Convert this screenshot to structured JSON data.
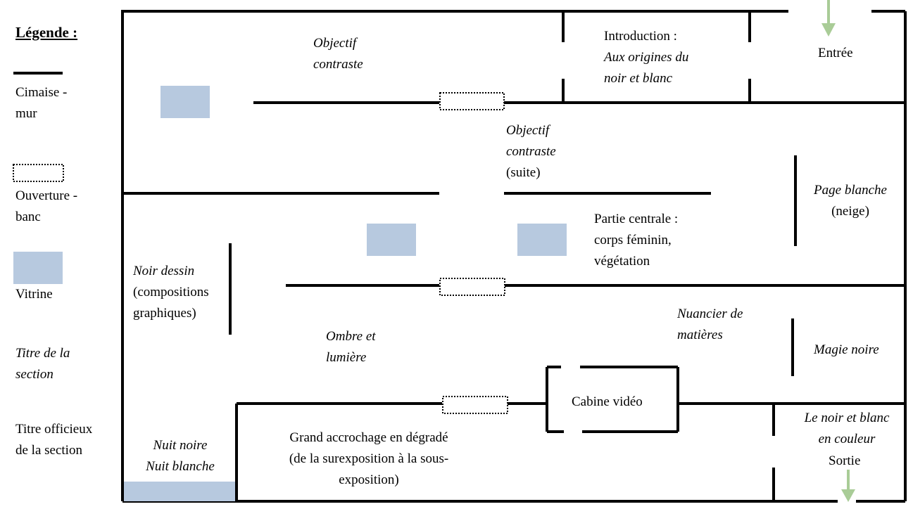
{
  "colors": {
    "wall": "#000000",
    "vitrine": "#b7c9df",
    "arrow": "#a9cc97",
    "bench_border": "#000000",
    "background": "#ffffff"
  },
  "legend": {
    "title": "Légende :",
    "items": [
      {
        "symbol": "wall-line",
        "lines": [
          "Cimaise -",
          "mur"
        ]
      },
      {
        "symbol": "dotted-box",
        "lines": [
          "Ouverture -",
          "banc"
        ]
      },
      {
        "symbol": "vitrine-box",
        "lines": [
          "Vitrine"
        ]
      },
      {
        "symbol": "italic-text",
        "lines": [
          "Titre de la",
          "section"
        ]
      },
      {
        "symbol": "plain-text",
        "lines": [
          "Titre officieux",
          "de la section"
        ]
      }
    ]
  },
  "rooms": {
    "objectif_contraste": [
      "Objectif",
      "contraste"
    ],
    "introduction": {
      "plain": "Introduction :",
      "italic": [
        "Aux origines du",
        "noir et blanc"
      ]
    },
    "entree": "Entrée",
    "objectif_suite": {
      "italic": [
        "Objectif",
        "contraste"
      ],
      "plain": "(suite)"
    },
    "page_blanche": {
      "italic": "Page blanche",
      "plain": "(neige)"
    },
    "partie_centrale": [
      "Partie centrale :",
      "corps féminin,",
      "végétation"
    ],
    "noir_dessin": {
      "italic": "Noir dessin",
      "plain": [
        "(compositions",
        "graphiques)"
      ]
    },
    "ombre_lumiere": [
      "Ombre et",
      "lumière"
    ],
    "nuancier": [
      "Nuancier de",
      "matières"
    ],
    "magie_noire": "Magie noire",
    "cabine_video": "Cabine vidéo",
    "noir_blanc_couleur": [
      "Le noir et blanc",
      "en couleur"
    ],
    "sortie": "Sortie",
    "nuit": [
      "Nuit noire",
      "Nuit blanche"
    ],
    "grand_accrochage": [
      "Grand accrochage en dégradé",
      "(de la surexposition à la sous-",
      "exposition)"
    ]
  }
}
